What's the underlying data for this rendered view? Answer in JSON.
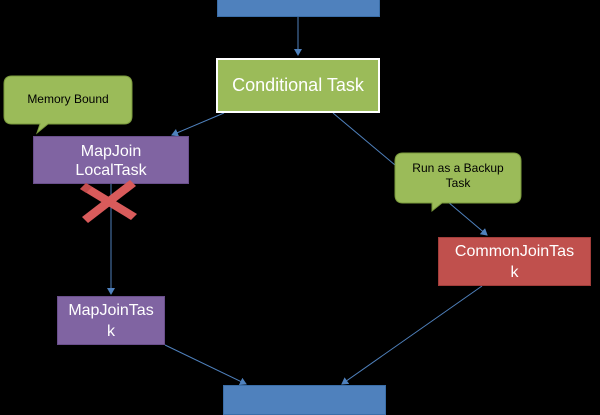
{
  "nodes": {
    "top": "",
    "conditional": "Conditional Task",
    "mapjoin_local": "MapJoin\nLocalTask",
    "mapjoin_task": "MapJoinTas\nk",
    "common_join": "CommonJoinTas\nk",
    "bottom": ""
  },
  "callouts": {
    "memory_bound": "Memory Bound",
    "backup": "Run as a Backup\nTask"
  },
  "colors": {
    "background": "#000000",
    "blue_node": "#4f81bd",
    "green_node": "#9bbb59",
    "purple_node": "#8064a2",
    "red_node": "#c0504d",
    "callout_fill": "#9bbb59",
    "arrow": "#4f81bd",
    "cross": "#d95b5b"
  },
  "icons": {
    "failure_mark": "red-x-cross-icon"
  }
}
